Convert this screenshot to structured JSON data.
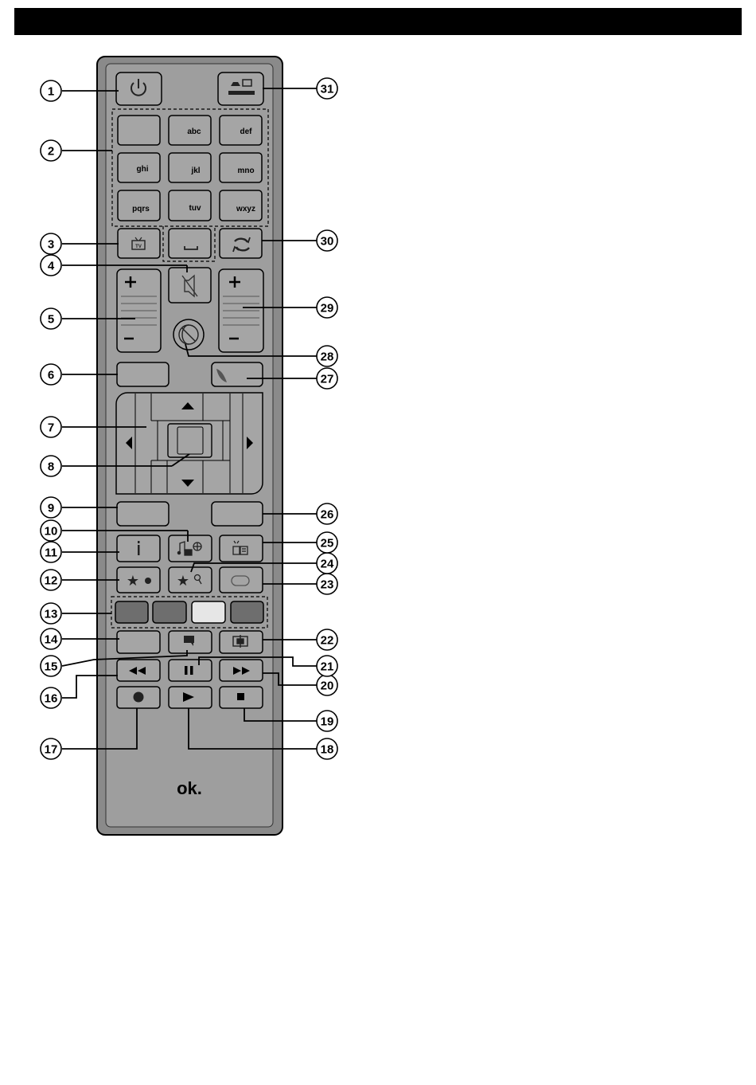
{
  "remote": {
    "keypad": {
      "k2": "abc",
      "k3": "def",
      "k4": "ghi",
      "k5": "jkl",
      "k6": "mno",
      "k7": "pqrs",
      "k8": "tuv",
      "k9": "wxyz"
    },
    "logo": "ok."
  },
  "callouts": [
    "1",
    "2",
    "3",
    "4",
    "5",
    "6",
    "7",
    "8",
    "9",
    "10",
    "11",
    "12",
    "13",
    "14",
    "15",
    "16",
    "17",
    "18",
    "19",
    "20",
    "21",
    "22",
    "23",
    "24",
    "25",
    "26",
    "27",
    "28",
    "29",
    "30",
    "31"
  ]
}
